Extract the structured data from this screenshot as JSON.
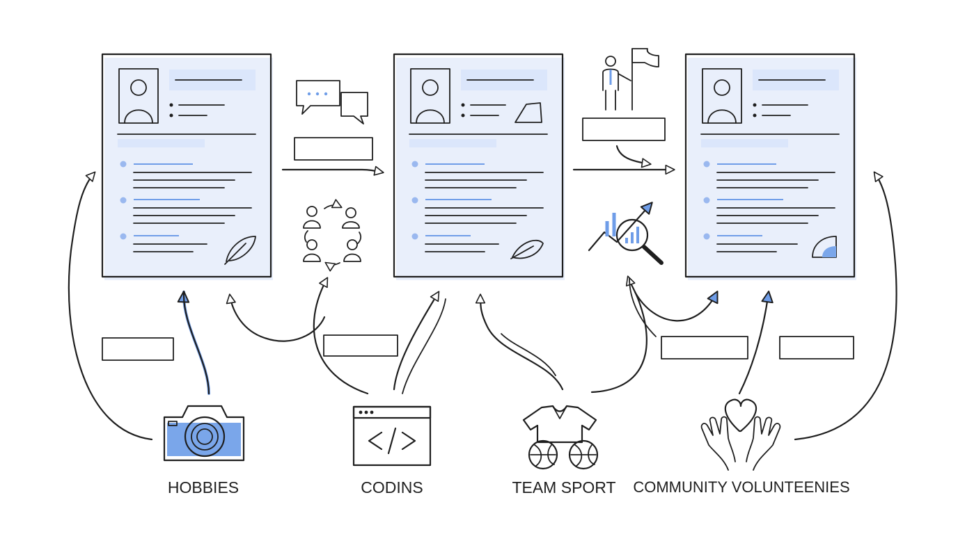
{
  "colors": {
    "ink": "#1e1e1e",
    "accent": "#6f9de8",
    "accent_light": "#dbe6fb",
    "background": "#ffffff"
  },
  "resumes": [
    {
      "id": "resume-1",
      "badge_icon": "feather-icon"
    },
    {
      "id": "resume-2",
      "badge_icon": "leaf-icon"
    },
    {
      "id": "resume-3",
      "badge_icon": "gauge-icon"
    }
  ],
  "connector_icons": [
    "chat-bubbles-icon",
    "team-network-icon",
    "leader-flag-icon",
    "analytics-search-icon"
  ],
  "hobbies": [
    {
      "label": "HOBBIES",
      "icon": "camera-icon"
    },
    {
      "label": "CODINS",
      "icon": "code-window-icon"
    },
    {
      "label": "TEAM SPORT",
      "icon": "jersey-ball-icon"
    },
    {
      "label": "COMMUNITY VOLUNTEENIES",
      "icon": "heart-hands-icon"
    }
  ]
}
